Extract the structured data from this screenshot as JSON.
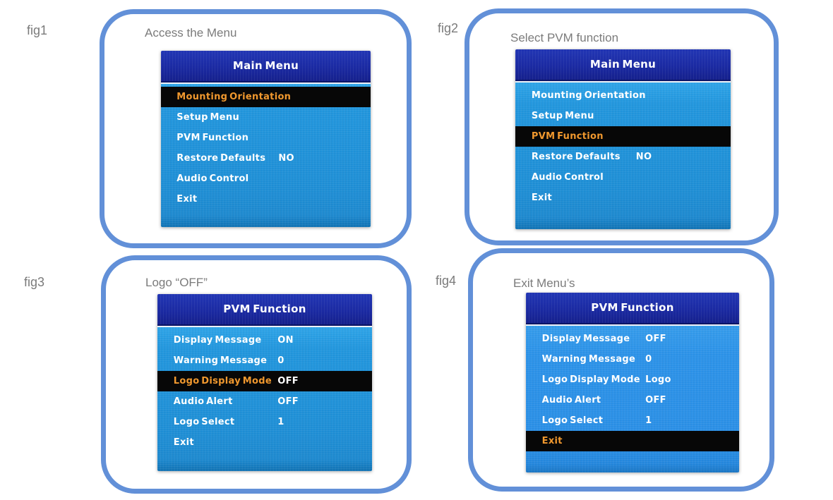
{
  "colors": {
    "panel_border": "#6290d8",
    "caption_gray": "#7b7b7b",
    "osd_title_bg": "#1b2aa2",
    "osd_body_blue": "#1e8fd6",
    "highlight_bg": "#070707",
    "highlight_text": "#f0982e"
  },
  "figures": [
    {
      "label": "fig1",
      "caption": "Access the Menu",
      "menu": {
        "title": "Main Menu",
        "rows": [
          {
            "label": "Mounting Orientation",
            "value": "",
            "highlighted": true
          },
          {
            "label": "Setup Menu",
            "value": "",
            "highlighted": false
          },
          {
            "label": "PVM Function",
            "value": "",
            "highlighted": false
          },
          {
            "label": "Restore Defaults",
            "value": "NO",
            "highlighted": false
          },
          {
            "label": "Audio Control",
            "value": "",
            "highlighted": false
          },
          {
            "label": "Exit",
            "value": "",
            "highlighted": false
          }
        ]
      }
    },
    {
      "label": "fig2",
      "caption": "Select PVM function",
      "menu": {
        "title": "Main Menu",
        "rows": [
          {
            "label": "Mounting Orientation",
            "value": "",
            "highlighted": false
          },
          {
            "label": "Setup Menu",
            "value": "",
            "highlighted": false
          },
          {
            "label": "PVM Function",
            "value": "",
            "highlighted": true
          },
          {
            "label": "Restore Defaults",
            "value": "NO",
            "highlighted": false
          },
          {
            "label": "Audio Control",
            "value": "",
            "highlighted": false
          },
          {
            "label": "Exit",
            "value": "",
            "highlighted": false
          }
        ]
      }
    },
    {
      "label": "fig3",
      "caption": "Logo “OFF”",
      "menu": {
        "title": "PVM Function",
        "rows": [
          {
            "label": "Display Message",
            "value": "ON",
            "highlighted": false
          },
          {
            "label": "Warning Message",
            "value": "0",
            "highlighted": false
          },
          {
            "label": "Logo Display Mode",
            "value": "OFF",
            "highlighted": true
          },
          {
            "label": "Audio Alert",
            "value": "OFF",
            "highlighted": false
          },
          {
            "label": "Logo Select",
            "value": "1",
            "highlighted": false
          },
          {
            "label": "Exit",
            "value": "",
            "highlighted": false
          }
        ]
      }
    },
    {
      "label": "fig4",
      "caption": "Exit Menu’s",
      "menu": {
        "title": "PVM Function",
        "rows": [
          {
            "label": "Display Message",
            "value": "OFF",
            "highlighted": false
          },
          {
            "label": "Warning Message",
            "value": "0",
            "highlighted": false
          },
          {
            "label": "Logo Display Mode",
            "value": "Logo",
            "highlighted": false
          },
          {
            "label": "Audio Alert",
            "value": "OFF",
            "highlighted": false
          },
          {
            "label": "Logo Select",
            "value": "1",
            "highlighted": false
          },
          {
            "label": "Exit",
            "value": "",
            "highlighted": true
          }
        ]
      }
    }
  ]
}
